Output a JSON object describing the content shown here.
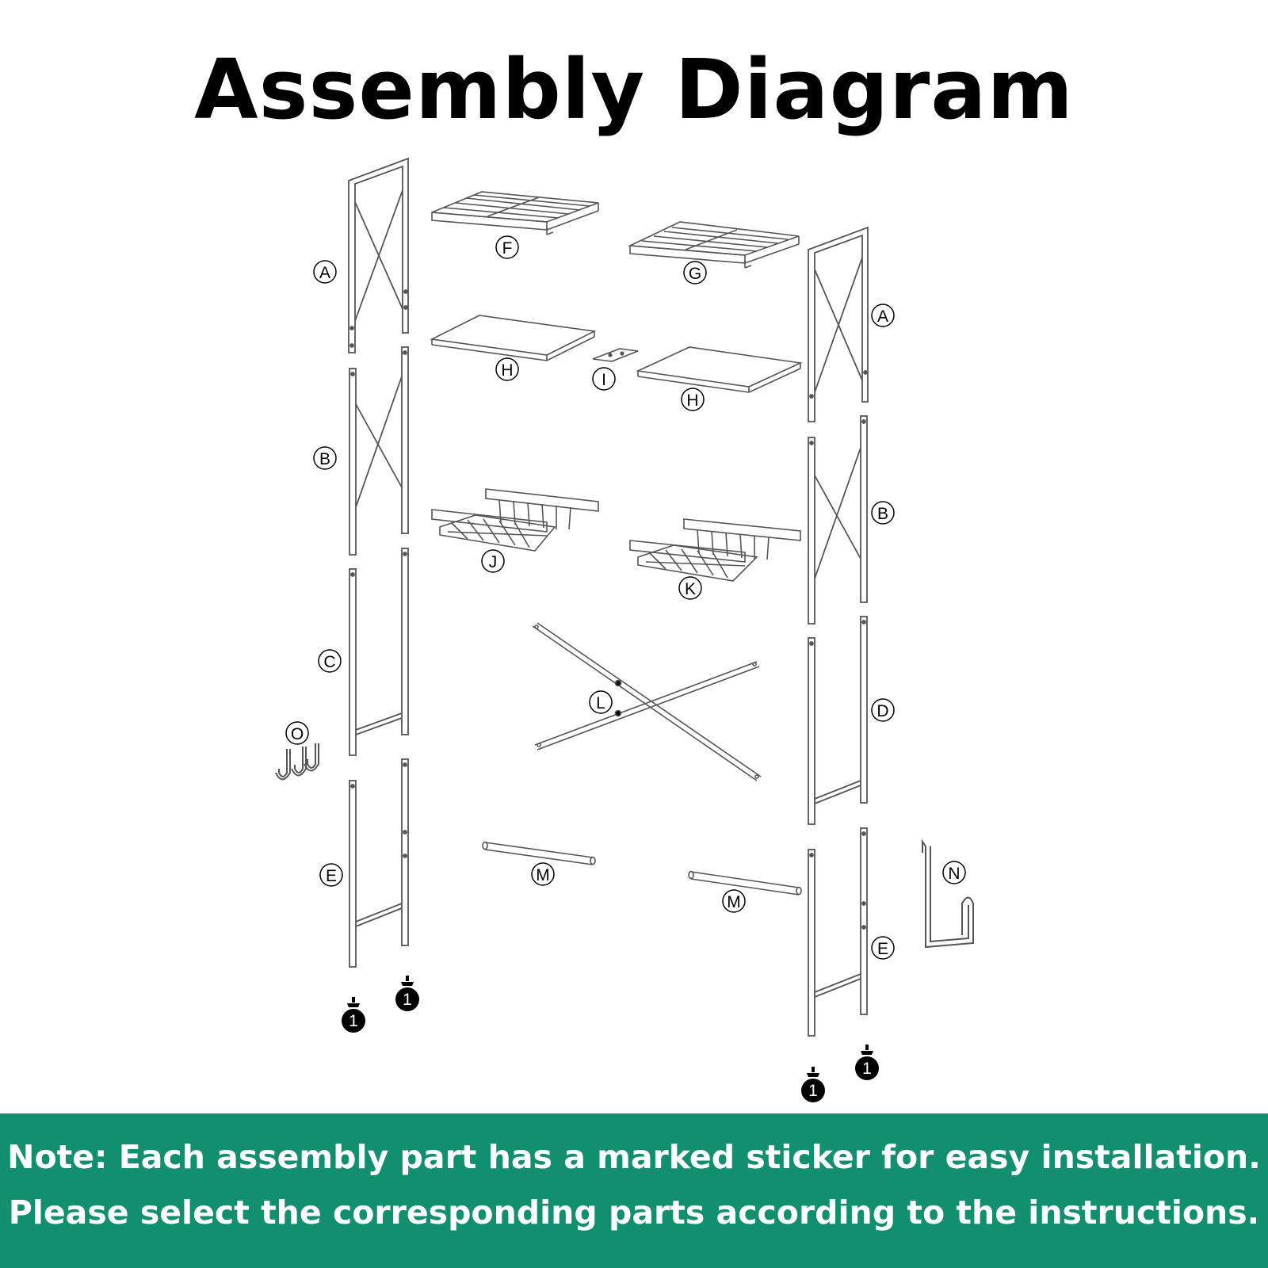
{
  "title": "Assembly Diagram",
  "note": {
    "line1": "Note: Each assembly part has a marked sticker for easy installation.",
    "line2": "Please select the corresponding parts according to the instructions."
  },
  "colors": {
    "banner": "#118f6e",
    "banner_text": "#ffffff",
    "line_art": "#555555"
  },
  "part_labels": {
    "A": "A",
    "B": "B",
    "C": "C",
    "D": "D",
    "E": "E",
    "F": "F",
    "G": "G",
    "H": "H",
    "I": "I",
    "J": "J",
    "K": "K",
    "L": "L",
    "M": "M",
    "N": "N",
    "O": "O"
  },
  "foot_label": "1"
}
